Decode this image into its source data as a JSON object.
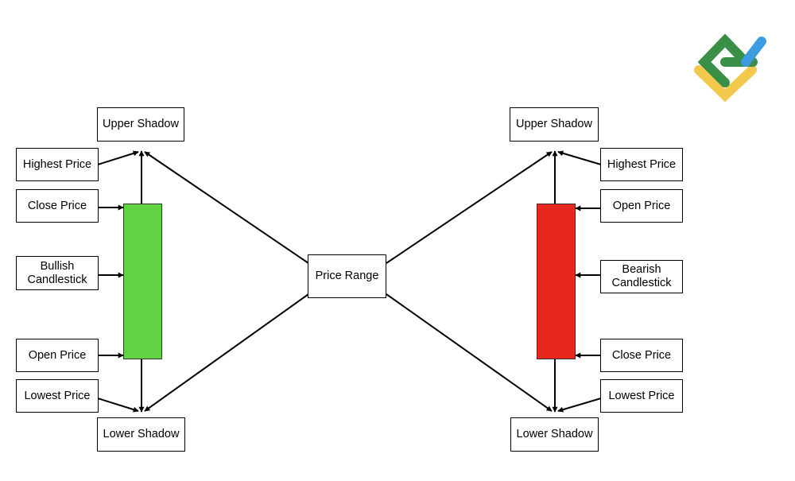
{
  "colors": {
    "bullish": "#62d444",
    "bearish": "#e8271f",
    "logo_green": "#3a8f46",
    "logo_blue": "#3d9be0",
    "logo_yellow": "#f2c94c"
  },
  "logo": {
    "icon": "brand-logo-icon"
  },
  "center": {
    "price_range": "Price Range"
  },
  "bullish": {
    "upper_shadow": "Upper Shadow",
    "highest_price": "Highest Price",
    "close_price": "Close Price",
    "candlestick_line1": "Bullish",
    "candlestick_line2": "Candlestick",
    "open_price": "Open Price",
    "lowest_price": "Lowest Price",
    "lower_shadow": "Lower Shadow"
  },
  "bearish": {
    "upper_shadow": "Upper Shadow",
    "highest_price": "Highest Price",
    "open_price": "Open Price",
    "candlestick_line1": "Bearish",
    "candlestick_line2": "Candlestick",
    "close_price": "Close Price",
    "lowest_price": "Lowest Price",
    "lower_shadow": "Lower Shadow"
  }
}
